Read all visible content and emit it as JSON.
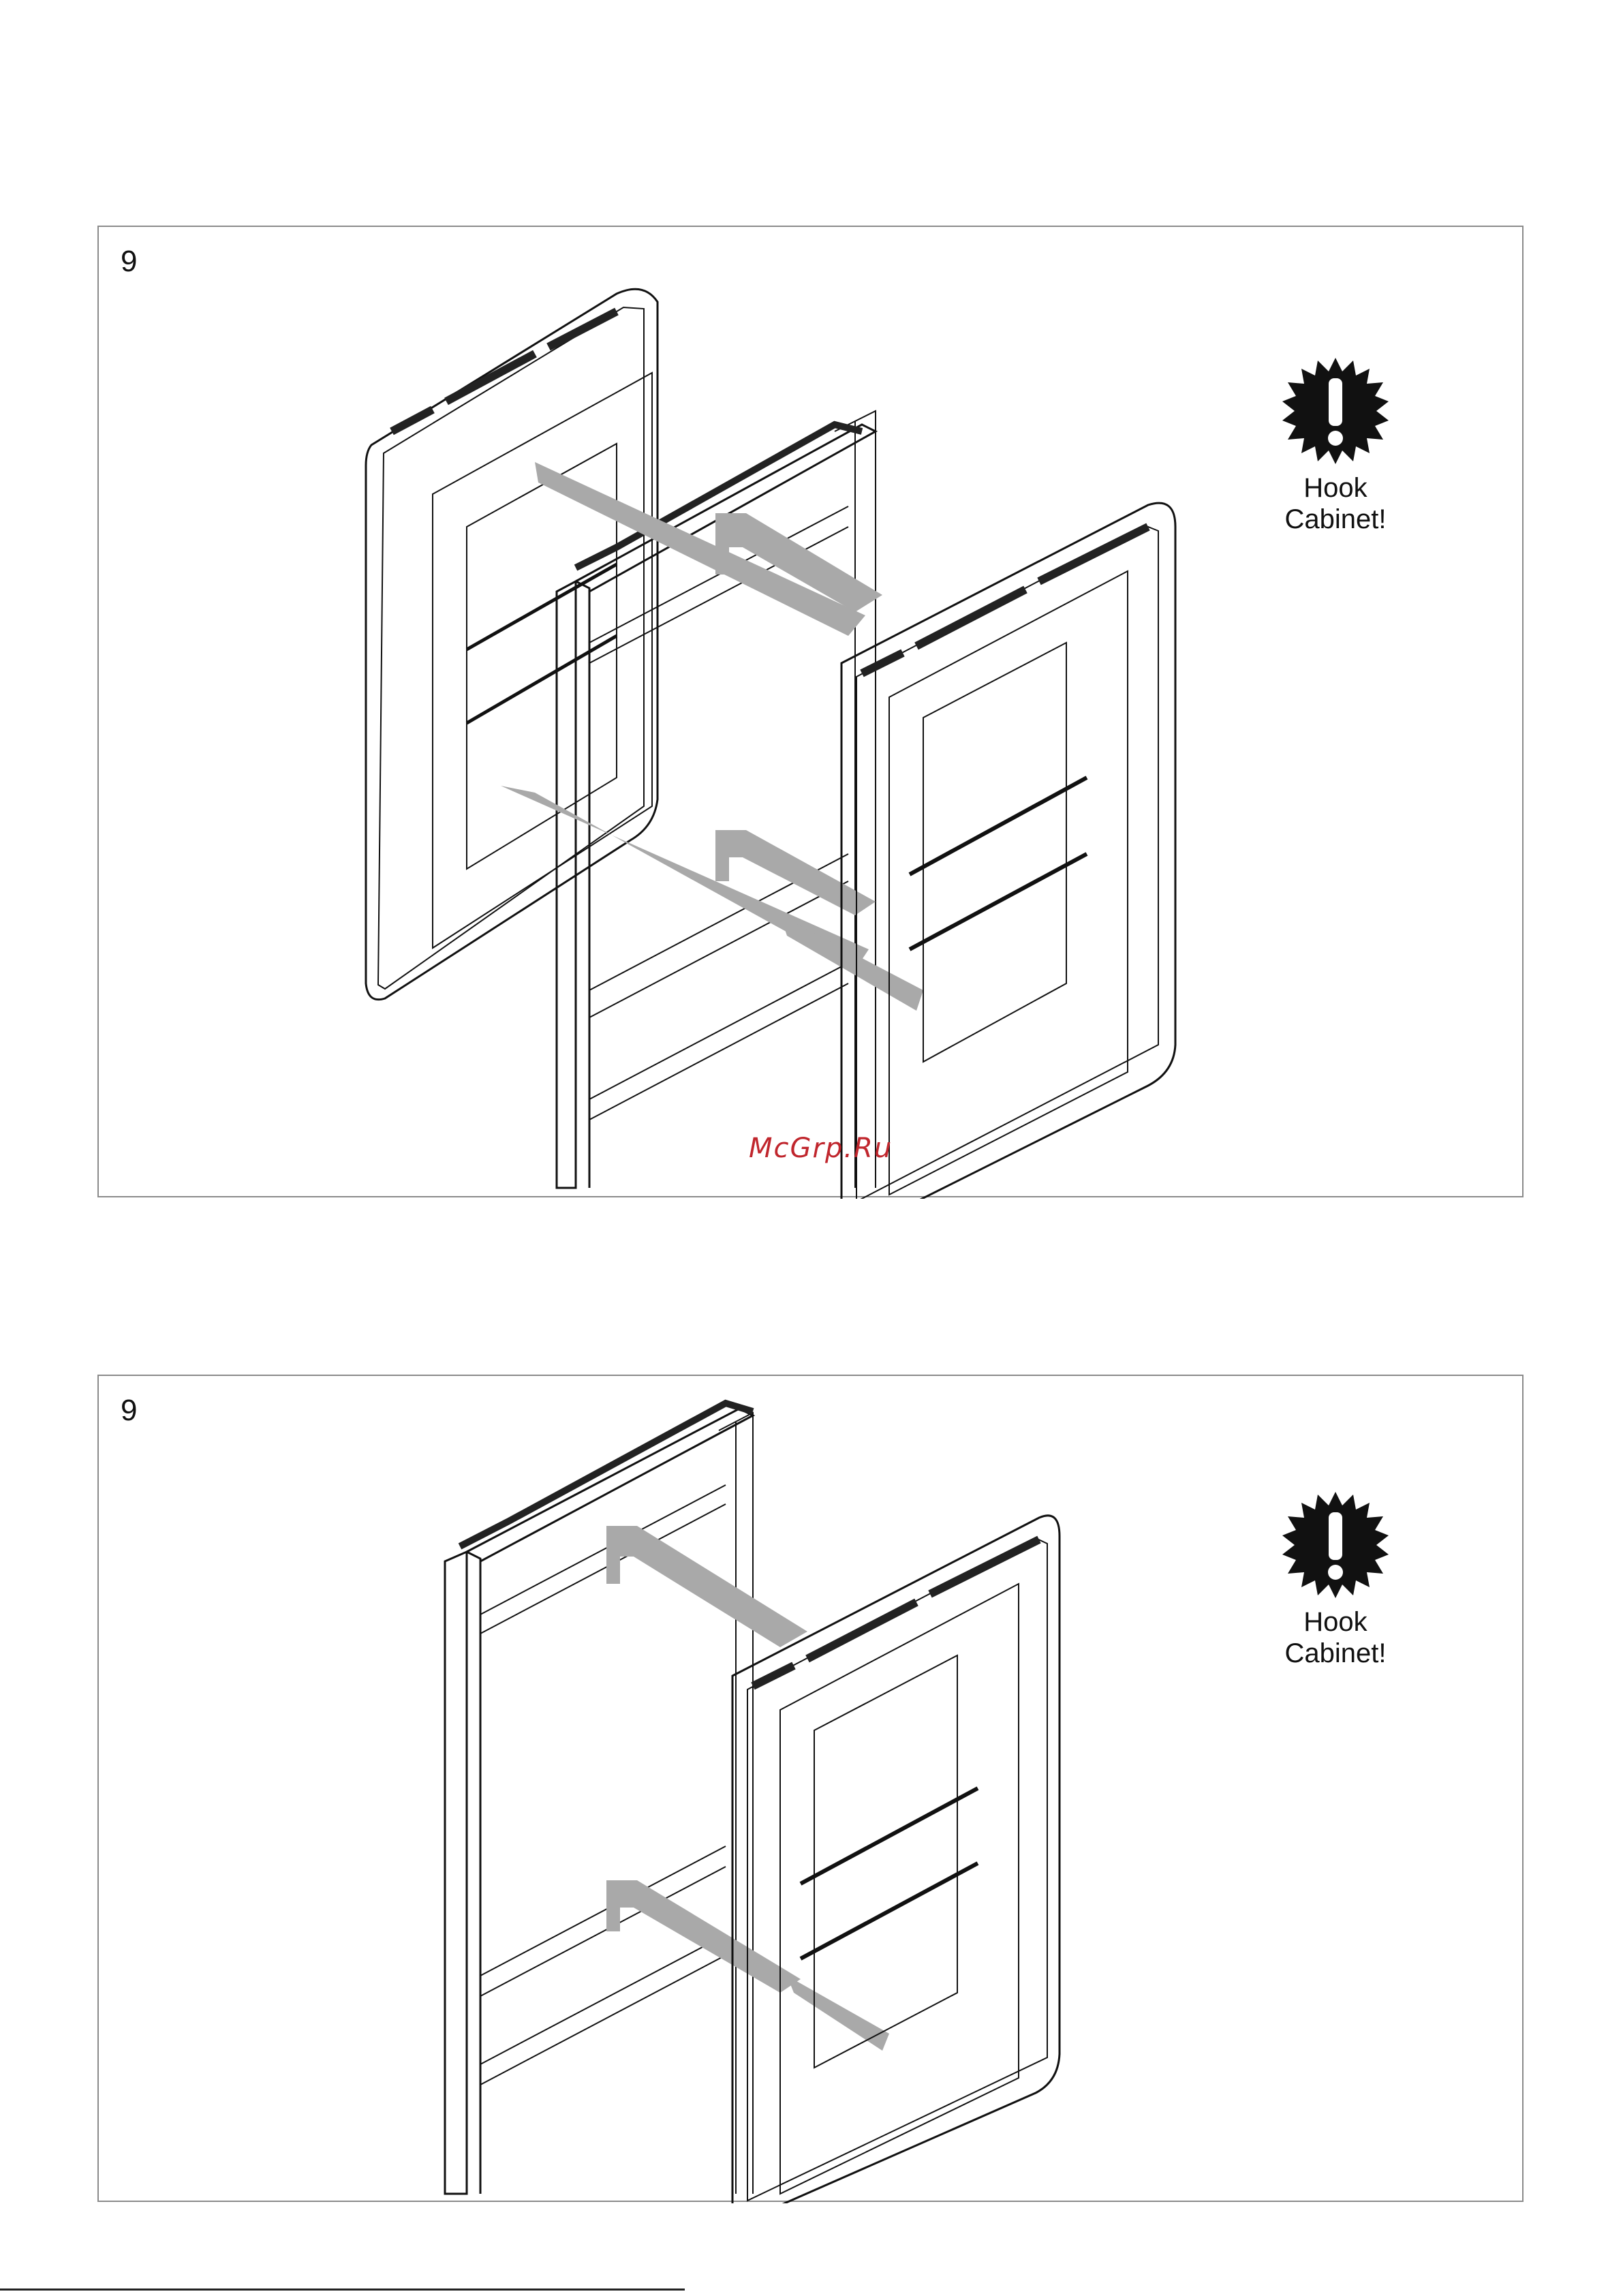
{
  "steps": [
    {
      "number": "9",
      "warning": {
        "icon": "exclamation-burst-icon",
        "line1": "Hook",
        "line2": "Cabinet!"
      }
    },
    {
      "number": "9",
      "warning": {
        "icon": "exclamation-burst-icon",
        "line1": "Hook",
        "line2": "Cabinet!"
      }
    }
  ],
  "watermark": "McGrp.Ru",
  "colors": {
    "border": "#8a8a8a",
    "line": "#111111",
    "arrow_band": "#a9a9a9",
    "watermark": "#c0262d"
  }
}
